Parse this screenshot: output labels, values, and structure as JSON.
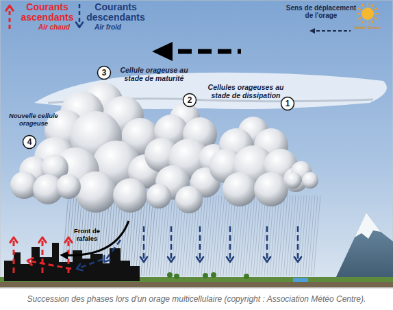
{
  "diagram": {
    "caption": "Succession des phases lors d'un orage multicellulaire (copyright : Association Météo Centre).",
    "nodes": [
      {
        "text": [
          "3"
        ]
      },
      {
        "text": [
          "2"
        ]
      },
      {
        "text": [
          "1"
        ]
      },
      {
        "text": [
          "4"
        ]
      }
    ],
    "labels": [
      "Air chaud",
      "Air froid",
      "Météo Centre",
      "Cellule orageuse au stade de maturité",
      "Cellules orageuses au stade de dissipation",
      "Nouvelle cellule orageuse",
      "Front de rafales"
    ],
    "legend": [
      {
        "text": "Courants ascendants"
      },
      {
        "text": "Courants descendants"
      },
      {
        "text": "Sens de déplacement de l'orage"
      }
    ]
  }
}
